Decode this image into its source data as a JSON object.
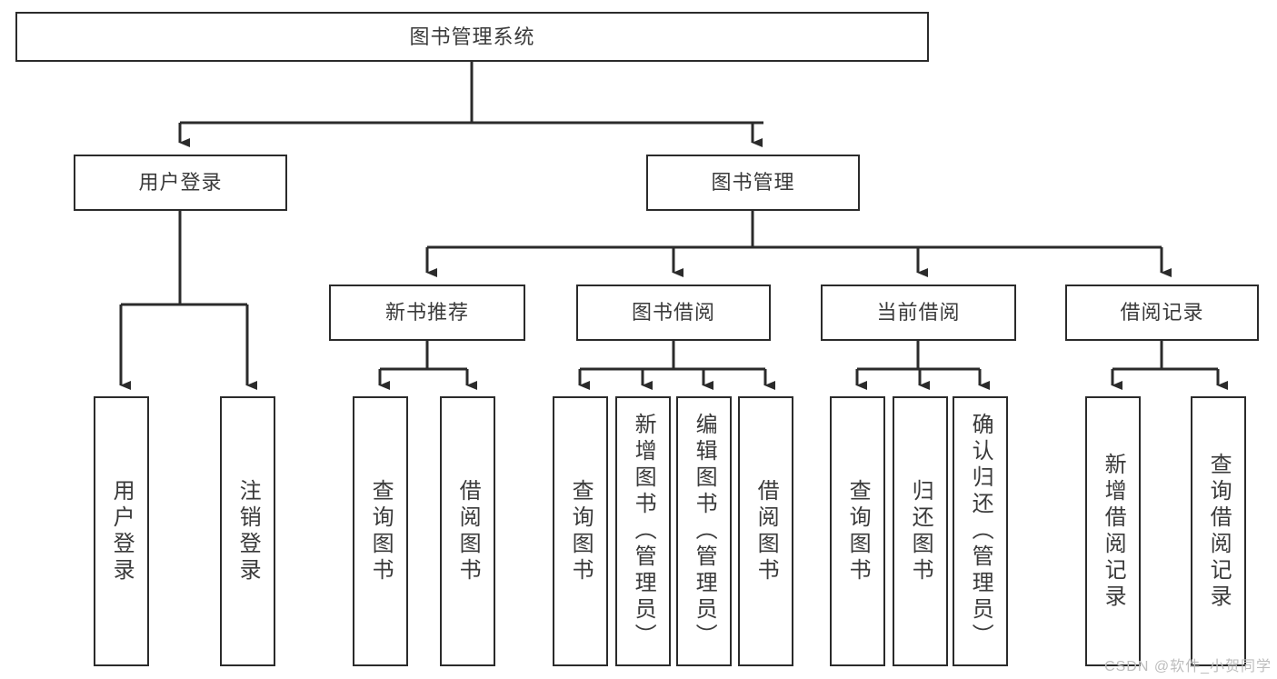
{
  "diagram": {
    "title": "图书管理系统",
    "type": "tree-hierarchy",
    "root": {
      "label": "图书管理系统"
    },
    "level1": [
      {
        "label": "用户登录"
      },
      {
        "label": "图书管理"
      }
    ],
    "level2": [
      {
        "label": "新书推荐"
      },
      {
        "label": "图书借阅"
      },
      {
        "label": "当前借阅"
      },
      {
        "label": "借阅记录"
      }
    ],
    "leaves": {
      "user_login": [
        {
          "label": "用户登录"
        },
        {
          "label": "注销登录"
        }
      ],
      "new_book_recommend": [
        {
          "label": "查询图书"
        },
        {
          "label": "借阅图书"
        }
      ],
      "book_borrow": [
        {
          "label": "查询图书"
        },
        {
          "label": "新增图书（管理员）"
        },
        {
          "label": "编辑图书（管理员）"
        },
        {
          "label": "借阅图书"
        }
      ],
      "current_borrow": [
        {
          "label": "查询图书"
        },
        {
          "label": "归还图书"
        },
        {
          "label": "确认归还（管理员）"
        }
      ],
      "borrow_record": [
        {
          "label": "新增借阅记录"
        },
        {
          "label": "查询借阅记录"
        }
      ]
    }
  },
  "watermark": {
    "text": "CSDN @软件_小贺同学"
  },
  "colors": {
    "line": "#2b2b2b",
    "text": "#3a3a3a",
    "background": "#ffffff",
    "watermark": "#bdbdbd"
  }
}
